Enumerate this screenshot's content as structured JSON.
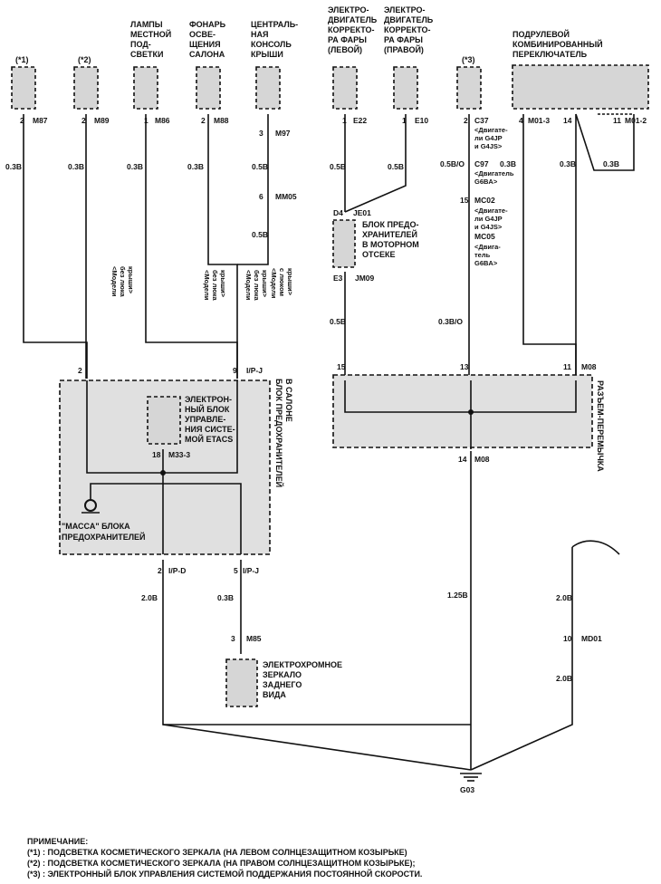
{
  "components": {
    "c1": {
      "tag": "(*1)",
      "pin": "2",
      "conn": "M87",
      "wire": "0.3B"
    },
    "c2": {
      "tag": "(*2)",
      "pin": "2",
      "conn": "M89",
      "wire": "0.3B"
    },
    "c3": {
      "lines": [
        "ЛАМПЫ",
        "МЕСТНОЙ",
        "ПОД-",
        "СВЕТКИ"
      ],
      "pin": "1",
      "conn": "M86",
      "wire": "0.3B",
      "variant": [
        "<Модели",
        "без люка",
        "крыши>"
      ]
    },
    "c4": {
      "lines": [
        "ФОНАРЬ",
        "ОСВЕ-",
        "ЩЕНИЯ",
        "САЛОНА"
      ],
      "pin": "2",
      "conn": "M88",
      "wire": "0.3B",
      "variant": [
        "<Модели",
        "без люка",
        "крыши>"
      ]
    },
    "c5": {
      "lines": [
        "ЦЕНТРАЛЬ-",
        "НАЯ",
        "КОНСОЛЬ",
        "КРЫШИ"
      ],
      "pin1": "3",
      "conn1": "M97",
      "wire1": "0.5B",
      "pin2": "6",
      "conn2": "MM05",
      "wire2": "0.5B",
      "variant": [
        "<Модели",
        "с люком",
        "крыши>"
      ],
      "variant2": [
        "<Модели",
        "без люка",
        "крыши>"
      ]
    },
    "c6": {
      "lines": [
        "ЭЛЕКТРО-",
        "ДВИГАТЕЛЬ",
        "КОРРЕКТО-",
        "РА ФАРЫ",
        "(ЛЕВОЙ)"
      ],
      "pin": "1",
      "conn": "E22",
      "wire": "0.5B"
    },
    "c7": {
      "lines": [
        "ЭЛЕКТРО-",
        "ДВИГАТЕЛЬ",
        "КОРРЕКТО-",
        "РА ФАРЫ",
        "(ПРАВОЙ)"
      ],
      "pin": "1",
      "conn": "E10",
      "wire": "0.5B"
    },
    "c8": {
      "tag": "(*3)",
      "pin": "2",
      "conn": "C37",
      "engine1": [
        "<Двигате-",
        "ли G4JP",
        "и G4JS>"
      ],
      "conn2": "C97",
      "wire2": "0.3B",
      "engine2": [
        "<Двигатель",
        "G6BA>"
      ],
      "wire": "0.5B/O"
    },
    "c9": {
      "lines": [
        "ПОДРУЛЕВОЙ",
        "КОМБИНИРОВАННЫЙ",
        "ПЕРЕКЛЮЧАТЕЛЬ"
      ],
      "pin": "4",
      "conn": "M01-3",
      "pin2": "14",
      "pin3": "11",
      "conn3": "M01-2",
      "wire": "0.3B",
      "wire2": "0.3B"
    }
  },
  "fuse_engine": {
    "lines": [
      "БЛОК ПРЕДО-",
      "ХРАНИТЕЛЕЙ",
      "В МОТОРНОМ",
      "ОТСЕКЕ"
    ],
    "top_pin": "D4",
    "top_conn": "JE01",
    "bot_pin": "E3",
    "bot_conn": "JM09",
    "wire": "0.5B"
  },
  "mc_conn": {
    "pin": "15",
    "conn": "MC02",
    "eng1": [
      "<Двигате-",
      "ли G4JP",
      "и G4JS>"
    ],
    "conn2": "MC05",
    "eng2": [
      "<Двига-",
      "тель",
      "G6BA>"
    ],
    "wire": "0.3B/O"
  },
  "fuse_cabin": {
    "title": [
      "БЛОК ПРЕДОХРАНИТЕЛЕЙ",
      "В САЛОНЕ"
    ],
    "in_pin1": "2",
    "in_pin2": "9",
    "in_conn": "I/P-J",
    "etacs": [
      "ЭЛЕКТРОН-",
      "НЫЙ БЛОК",
      "УПРАВЛЕ-",
      "НИЯ СИСТЕ-",
      "МОЙ ETACS"
    ],
    "etacs_pin": "18",
    "etacs_conn": "M33-3",
    "ground": [
      "\"МАССА\" БЛОКА",
      "ПРЕДОХРАНИТЕЛЕЙ"
    ],
    "out_pin1": "2",
    "out_conn1": "I/P-D",
    "out_pin2": "5",
    "out_conn2": "I/P-J"
  },
  "jumper": {
    "title": "РАЗЪЕМ-ПЕРЕМЫЧКА",
    "p15": "15",
    "p13": "13",
    "p11": "11",
    "conn": "M08",
    "out_pin": "14",
    "out_conn": "M08",
    "wire": "1.25B"
  },
  "mirror": {
    "lines": [
      "ЭЛЕКТРОХРОМНОЕ",
      "ЗЕРКАЛО",
      "ЗАДНЕГО",
      "ВИДА"
    ],
    "pin": "3",
    "conn": "M85",
    "wire": "0.3B"
  },
  "left_out_wire": "2.0B",
  "md": {
    "wire1": "2.0B",
    "pin": "10",
    "conn": "MD01",
    "wire2": "2.0B"
  },
  "ground_g": "G03",
  "notes": {
    "title": "ПРИМЕЧАНИЕ:",
    "n1": "(*1) : ПОДСВЕТКА КОСМЕТИЧЕСКОГО ЗЕРКАЛА (НА ЛЕВОМ СОЛНЦЕЗАЩИТНОМ КОЗЫРЬКЕ)",
    "n2": "(*2) : ПОДСВЕТКА КОСМЕТИЧЕСКОГО ЗЕРКАЛА (НА ПРАВОМ СОЛНЦЕЗАЩИТНОМ КОЗЫРЬКЕ);",
    "n3": "(*3) : ЭЛЕКТРОННЫЙ БЛОК УПРАВЛЕНИЯ СИСТЕМОЙ ПОДДЕРЖАНИЯ ПОСТОЯННОЙ СКОРОСТИ."
  }
}
